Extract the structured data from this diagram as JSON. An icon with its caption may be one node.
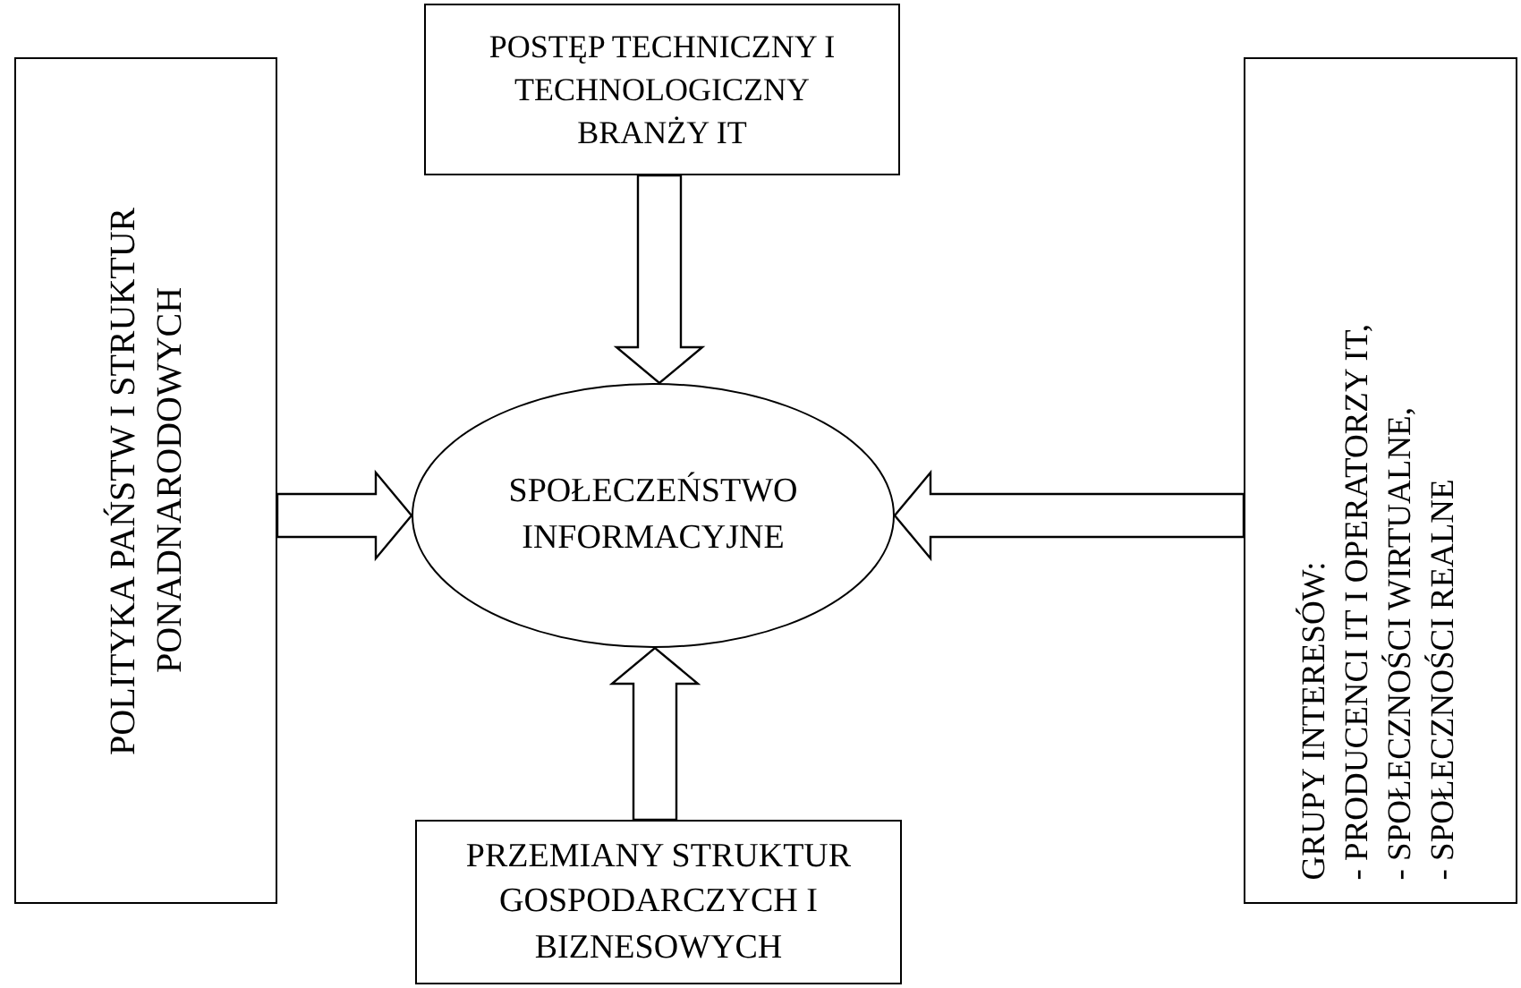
{
  "diagram": {
    "nodes": [
      {
        "text": [
          "POSTĘP TECHNICZNY I TECHNOLOGICZNY BRANŻY IT"
        ]
      },
      {
        "text": [
          "POLITYKA PAŃSTW I STRUKTUR PONADNARODOWYCH"
        ]
      },
      {
        "text": [
          "SPOŁECZEŃSTWO INFORMACYJNE"
        ]
      },
      {
        "text": [
          "GRUPY INTERESÓW:",
          "- PRODUCENCI IT I OPERATORZY IT,",
          "- SPOŁECZNOŚCI WIRTUALNE,",
          "- SPOŁECZNOŚCI REALNE"
        ]
      },
      {
        "text": [
          "PRZEMIANY STRUKTUR GOSPODARCZYCH I BIZNESOWYCH"
        ]
      }
    ],
    "edges": [
      {
        "from": 0,
        "to": 2,
        "arrow": "to"
      },
      {
        "from": 1,
        "to": 2,
        "arrow": "to"
      },
      {
        "from": 3,
        "to": 2,
        "arrow": "to"
      },
      {
        "from": 4,
        "to": 2,
        "arrow": "to"
      }
    ]
  }
}
